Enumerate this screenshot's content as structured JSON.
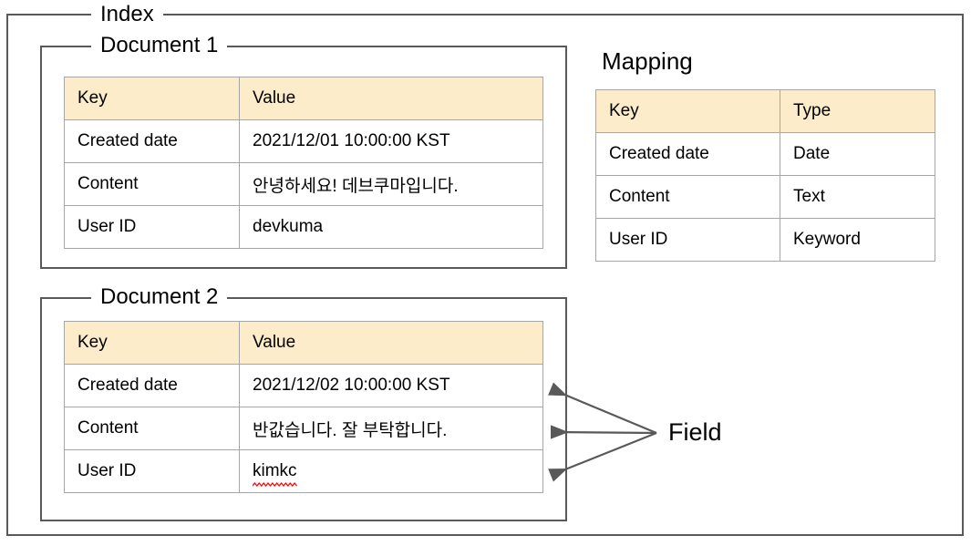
{
  "diagram": {
    "outer_frame_label": "Index",
    "mapping_heading": "Mapping",
    "annotation_label": "Field",
    "colors": {
      "header_fill": "#fcecc9",
      "frame_border": "#595959",
      "table_border": "#a6a6a6",
      "arrow": "#595959",
      "spellcheck_underline": "#ff0000"
    }
  },
  "documents": [
    {
      "title": "Document 1",
      "columns": [
        "Key",
        "Value"
      ],
      "rows": [
        [
          "Created date",
          "2021/12/01 10:00:00 KST"
        ],
        [
          "Content",
          "안녕하세요! 데브쿠마입니다."
        ],
        [
          "User ID",
          "devkuma"
        ]
      ]
    },
    {
      "title": "Document 2",
      "columns": [
        "Key",
        "Value"
      ],
      "rows": [
        [
          "Created date",
          "2021/12/02 10:00:00 KST"
        ],
        [
          "Content",
          "반값습니다. 잘 부탁합니다."
        ],
        [
          "User ID",
          "kimkc"
        ]
      ]
    }
  ],
  "mapping": {
    "columns": [
      "Key",
      "Type"
    ],
    "rows": [
      [
        "Created date",
        "Date"
      ],
      [
        "Content",
        "Text"
      ],
      [
        "User ID",
        "Keyword"
      ]
    ]
  }
}
